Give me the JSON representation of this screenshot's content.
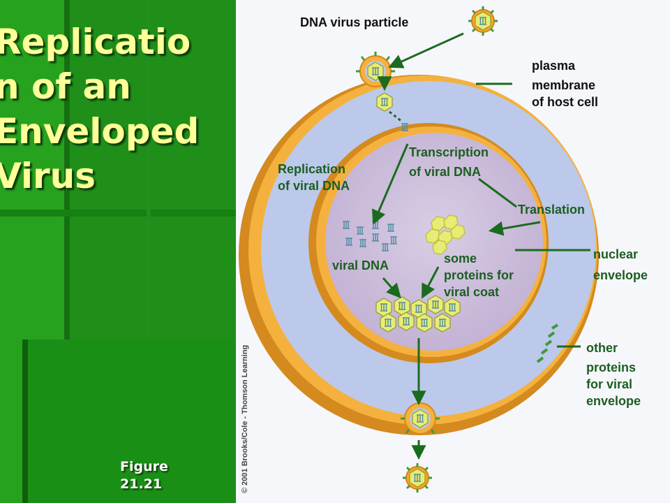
{
  "slide": {
    "title": "Replicatio\nn of an\nEnveloped\nVirus",
    "figure_caption": "Figure\n21.21"
  },
  "labels": {
    "dna_virus_particle": "DNA virus particle",
    "plasma_membrane_1": "plasma",
    "plasma_membrane_2": "membrane",
    "plasma_membrane_3": "of host cell",
    "transcription_1": "Transcription",
    "transcription_2": "of viral DNA",
    "replication_1": "Replication",
    "replication_2": "of viral DNA",
    "translation": "Translation",
    "nuclear_envelope_1": "nuclear",
    "nuclear_envelope_2": "envelope",
    "viral_dna": "viral DNA",
    "coat_proteins_1": "some",
    "coat_proteins_2": "proteins for",
    "coat_proteins_3": "viral coat",
    "envelope_proteins_1": "other",
    "envelope_proteins_2": "proteins",
    "envelope_proteins_3": "for viral",
    "envelope_proteins_4": "envelope"
  },
  "credit": "© 2001 Brooks/Cole - Thomson Learning",
  "colors": {
    "slide_green": "#1f8f1a",
    "title_yellow": "#ffff99",
    "cytoplasm": "#bcc9ea",
    "membrane": "#f4a72a",
    "nucleus": "#cdbfdb",
    "arrow_green": "#1b6b1e",
    "protein": "#e9ec74"
  }
}
